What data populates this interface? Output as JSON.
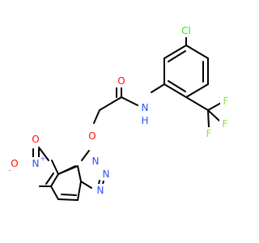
{
  "molecule": {
    "atoms": [
      {
        "id": "O_nitro_minus",
        "label": "O",
        "charge": "-",
        "element": "O"
      },
      {
        "id": "N_nitro",
        "label": "N",
        "charge": "+",
        "element": "N"
      },
      {
        "id": "O_nitro_top",
        "label": "O",
        "element": "O"
      },
      {
        "id": "O_ether",
        "label": "O",
        "element": "O"
      },
      {
        "id": "O_carbonyl",
        "label": "O",
        "element": "O"
      },
      {
        "id": "N_amide",
        "label": "N",
        "element": "N"
      },
      {
        "id": "H_amide",
        "label": "H",
        "element": "N"
      },
      {
        "id": "Cl",
        "label": "Cl",
        "element": "Cl"
      },
      {
        "id": "F1",
        "label": "F",
        "element": "F"
      },
      {
        "id": "F2",
        "label": "F",
        "element": "F"
      },
      {
        "id": "F3",
        "label": "F",
        "element": "F"
      },
      {
        "id": "N1_triazole",
        "label": "N",
        "element": "N"
      },
      {
        "id": "N2_triazole",
        "label": "N",
        "element": "N"
      },
      {
        "id": "N3_triazole",
        "label": "N",
        "element": "N"
      }
    ],
    "colors": {
      "bond": "#000000",
      "O": "#ff0d0d",
      "N": "#3050f8",
      "Cl": "#1ff01f",
      "F": "#90e050"
    }
  }
}
